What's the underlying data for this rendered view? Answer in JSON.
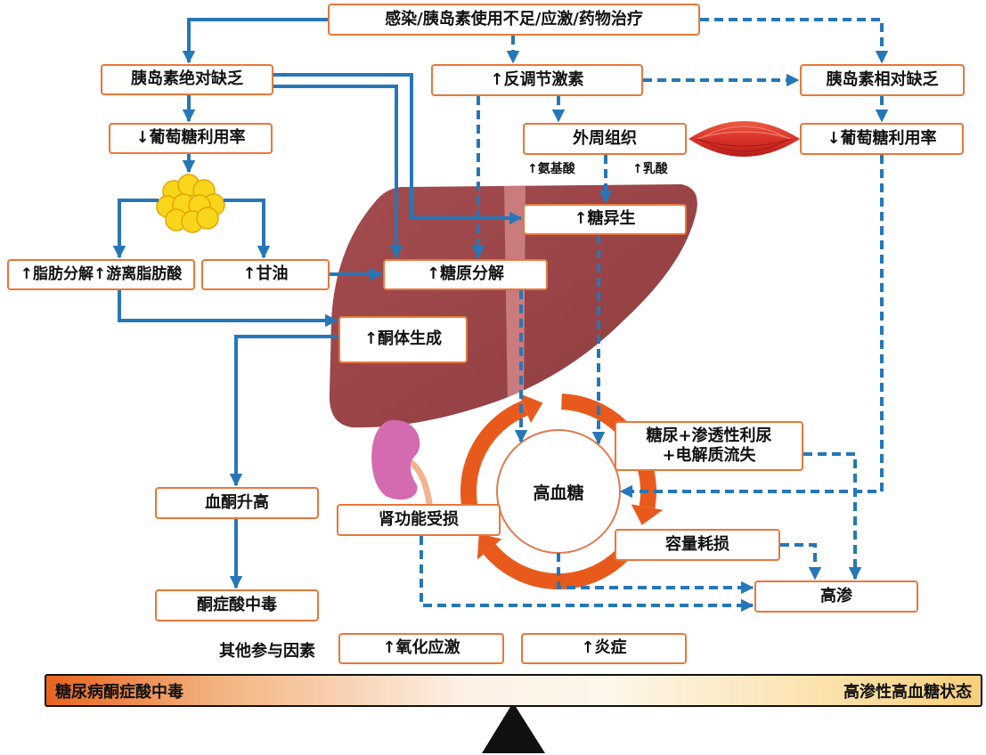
{
  "nodes": {
    "trigger": "感染/胰岛素使用不足/应激/药物治疗",
    "absolute_insulin_deficiency": "胰岛素绝对缺乏",
    "counter_regulatory_hormones": "↑反调节激素",
    "relative_insulin_deficiency": "胰岛素相对缺乏",
    "glucose_utilization_left": "↓葡萄糖利用率",
    "peripheral_tissue": "外周组织",
    "glucose_utilization_right": "↓葡萄糖利用率",
    "amino_acids": "↑氨基酸",
    "lactate": "↑乳酸",
    "gluconeogenesis": "↑糖异生",
    "lipolysis": "↑脂肪分解↑游离脂肪酸",
    "glycerol": "↑甘油",
    "glycogenolysis": "↑糖原分解",
    "ketogenesis": "↑酮体生成",
    "diuresis_line1": "糖尿+渗透性利尿",
    "diuresis_line2": "+电解质流失",
    "hyperglycemia": "高血糖",
    "blood_ketones": "血酮升高",
    "renal_impairment": "肾功能受损",
    "volume_depletion": "容量耗损",
    "hyperosmolality": "高渗",
    "ketoacidosis": "酮症酸中毒",
    "other_factors_label": "其他参与因素",
    "oxidative_stress": "↑氧化应激",
    "inflammation": "↑炎症"
  },
  "balance": {
    "left_label": "糖尿病酮症酸中毒",
    "right_label": "高渗性高血糖状态"
  },
  "colors": {
    "box_border": "#e8773a",
    "arrow_blue": "#2677b8",
    "cycle_orange": "#e85a1c",
    "liver": "#9b4548",
    "liver_band": "#c97b7d",
    "kidney": "#d46bb0",
    "fat_cells": "#f8d61c",
    "muscle": "#d9322a"
  },
  "icons": [
    "fat-cells-icon",
    "liver-icon",
    "kidney-icon",
    "muscle-icon",
    "cycle-arrows-icon",
    "balance-fulcrum-icon"
  ]
}
